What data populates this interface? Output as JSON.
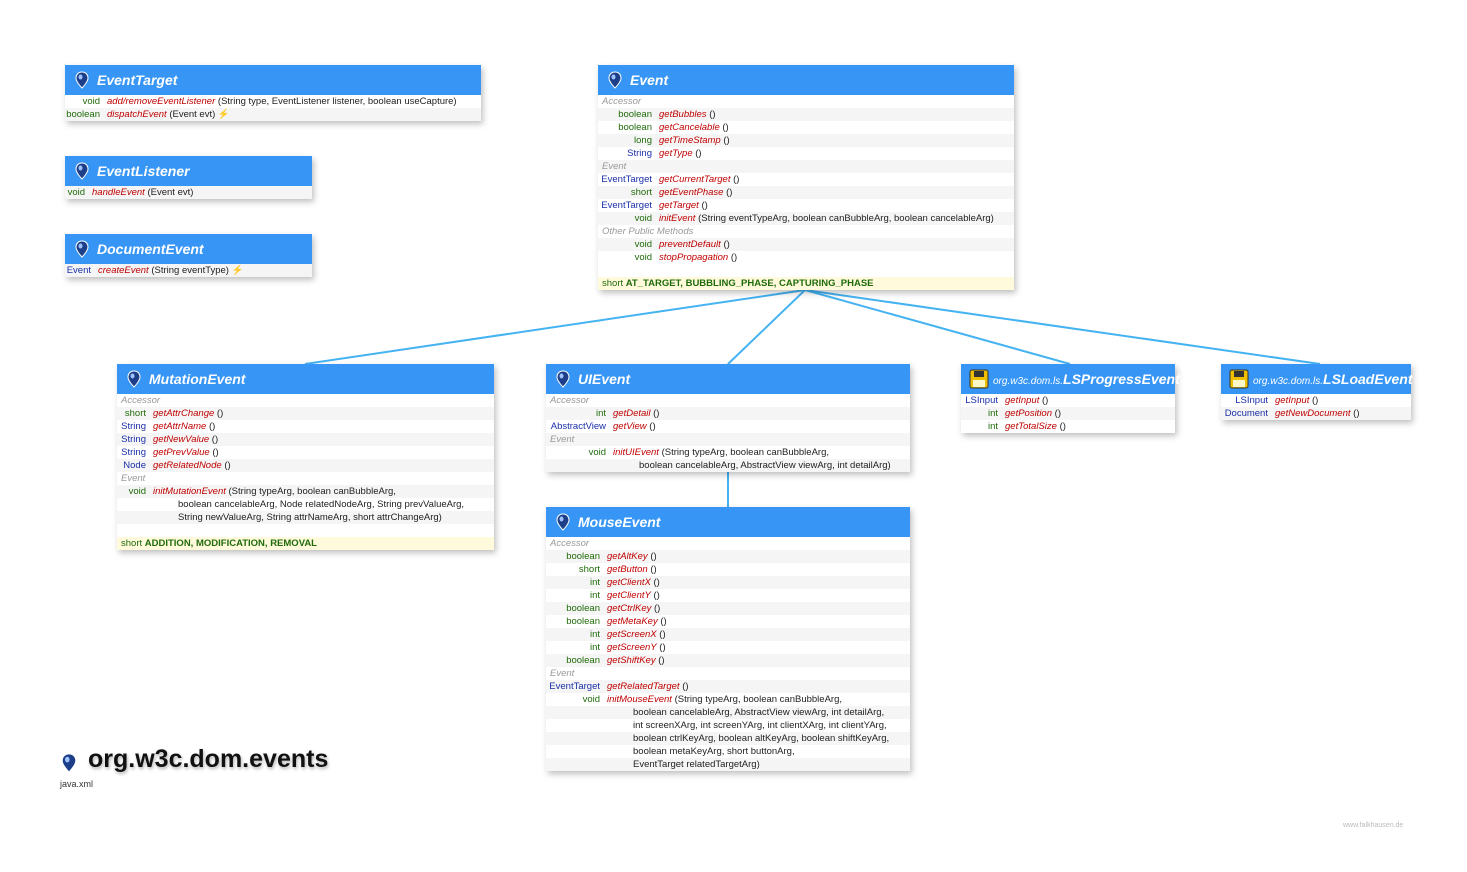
{
  "colors": {
    "header": "#3796f5",
    "connector": "#45b3f2",
    "primitive": "#1f6b0a",
    "reference": "#1a2fa8",
    "method": "#c00000",
    "section": "#999999",
    "field_bg": "#fffadc"
  },
  "package": {
    "title": "org.w3c.dom.events",
    "module": "java.xml",
    "icon": "pin-icon"
  },
  "credit": "www.falkhausen.de",
  "classes": {
    "eventtarget": {
      "name": "EventTarget",
      "rows": [
        {
          "type": "void",
          "method": "add/removeEventListener",
          "args": "(String type, EventListener listener, boolean useCapture)"
        },
        {
          "type": "boolean",
          "method": "dispatchEvent",
          "args": "(Event evt) ⚡"
        }
      ]
    },
    "eventlistener": {
      "name": "EventListener",
      "rows": [
        {
          "type": "void",
          "method": "handleEvent",
          "args": "(Event evt)"
        }
      ]
    },
    "documentevent": {
      "name": "DocumentEvent",
      "rows": [
        {
          "type": "Event",
          "method": "createEvent",
          "args": "(String eventType) ⚡"
        }
      ]
    },
    "event": {
      "name": "Event",
      "sections": [
        "Accessor",
        "Event",
        "Other Public Methods"
      ],
      "rows": [
        {
          "type": "boolean",
          "method": "getBubbles",
          "args": "()"
        },
        {
          "type": "boolean",
          "method": "getCancelable",
          "args": "()"
        },
        {
          "type": "long",
          "method": "getTimeStamp",
          "args": "()"
        },
        {
          "type": "String",
          "method": "getType",
          "args": "()"
        },
        {
          "type": "EventTarget",
          "method": "getCurrentTarget",
          "args": "()"
        },
        {
          "type": "short",
          "method": "getEventPhase",
          "args": "()"
        },
        {
          "type": "EventTarget",
          "method": "getTarget",
          "args": "()"
        },
        {
          "type": "void",
          "method": "initEvent",
          "args": "(String eventTypeArg, boolean canBubbleArg, boolean cancelableArg)"
        },
        {
          "type": "void",
          "method": "preventDefault",
          "args": "()"
        },
        {
          "type": "void",
          "method": "stopPropagation",
          "args": "()"
        }
      ],
      "fields": {
        "type": "short",
        "names": "AT_TARGET, BUBBLING_PHASE, CAPTURING_PHASE"
      }
    },
    "mutationevent": {
      "name": "MutationEvent",
      "sections": [
        "Accessor",
        "Event"
      ],
      "rows": [
        {
          "type": "short",
          "method": "getAttrChange",
          "args": "()"
        },
        {
          "type": "String",
          "method": "getAttrName",
          "args": "()"
        },
        {
          "type": "String",
          "method": "getNewValue",
          "args": "()"
        },
        {
          "type": "String",
          "method": "getPrevValue",
          "args": "()"
        },
        {
          "type": "Node",
          "method": "getRelatedNode",
          "args": "()"
        },
        {
          "type": "void",
          "method": "initMutationEvent",
          "args": "(String typeArg, boolean canBubbleArg,"
        },
        {
          "type": "",
          "method": "",
          "args": "boolean cancelableArg, Node relatedNodeArg, String prevValueArg,"
        },
        {
          "type": "",
          "method": "",
          "args": "String newValueArg, String attrNameArg, short attrChangeArg)"
        }
      ],
      "fields": {
        "type": "short",
        "names": "ADDITION, MODIFICATION, REMOVAL"
      }
    },
    "uievent": {
      "name": "UIEvent",
      "sections": [
        "Accessor",
        "Event"
      ],
      "rows": [
        {
          "type": "int",
          "method": "getDetail",
          "args": "()"
        },
        {
          "type": "AbstractView",
          "method": "getView",
          "args": "()"
        },
        {
          "type": "void",
          "method": "initUIEvent",
          "args": "(String typeArg, boolean canBubbleArg,"
        },
        {
          "type": "",
          "method": "",
          "args": "boolean cancelableArg, AbstractView viewArg, int detailArg)"
        }
      ]
    },
    "mouseevent": {
      "name": "MouseEvent",
      "sections": [
        "Accessor",
        "Event"
      ],
      "rows": [
        {
          "type": "boolean",
          "method": "getAltKey",
          "args": "()"
        },
        {
          "type": "short",
          "method": "getButton",
          "args": "()"
        },
        {
          "type": "int",
          "method": "getClientX",
          "args": "()"
        },
        {
          "type": "int",
          "method": "getClientY",
          "args": "()"
        },
        {
          "type": "boolean",
          "method": "getCtrlKey",
          "args": "()"
        },
        {
          "type": "boolean",
          "method": "getMetaKey",
          "args": "()"
        },
        {
          "type": "int",
          "method": "getScreenX",
          "args": "()"
        },
        {
          "type": "int",
          "method": "getScreenY",
          "args": "()"
        },
        {
          "type": "boolean",
          "method": "getShiftKey",
          "args": "()"
        },
        {
          "type": "EventTarget",
          "method": "getRelatedTarget",
          "args": "()"
        },
        {
          "type": "void",
          "method": "initMouseEvent",
          "args": "(String typeArg, boolean canBubbleArg,"
        },
        {
          "type": "",
          "method": "",
          "args": "boolean cancelableArg, AbstractView viewArg, int detailArg,"
        },
        {
          "type": "",
          "method": "",
          "args": "int screenXArg, int screenYArg, int clientXArg, int clientYArg,"
        },
        {
          "type": "",
          "method": "",
          "args": "boolean ctrlKeyArg, boolean altKeyArg, boolean shiftKeyArg,"
        },
        {
          "type": "",
          "method": "",
          "args": "boolean metaKeyArg, short buttonArg,"
        },
        {
          "type": "",
          "method": "",
          "args": "EventTarget relatedTargetArg)"
        }
      ]
    },
    "lsprogressevent": {
      "package": "org.w3c.dom.ls.",
      "name": "LSProgressEvent",
      "rows": [
        {
          "type": "LSInput",
          "method": "getInput",
          "args": "()"
        },
        {
          "type": "int",
          "method": "getPosition",
          "args": "()"
        },
        {
          "type": "int",
          "method": "getTotalSize",
          "args": "()"
        }
      ]
    },
    "lsloadevent": {
      "package": "org.w3c.dom.ls.",
      "name": "LSLoadEvent",
      "rows": [
        {
          "type": "LSInput",
          "method": "getInput",
          "args": "()"
        },
        {
          "type": "Document",
          "method": "getNewDocument",
          "args": "()"
        }
      ]
    }
  }
}
